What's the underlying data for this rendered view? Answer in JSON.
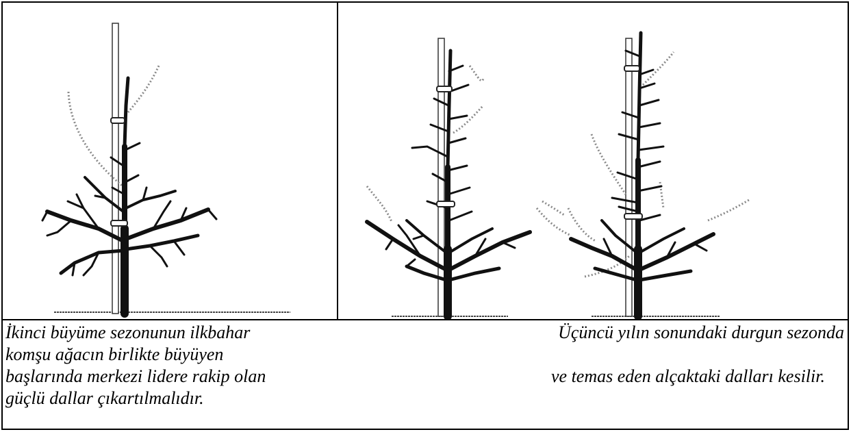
{
  "figures": {
    "left": {
      "icon": "young-tree-second-season-icon",
      "description": "Tree with stake, ties, and dotted lines marking branches to be removed"
    },
    "right": {
      "icon": "two-trees-third-year-icon",
      "description": "Two adjacent staked trees with dotted lines marking touching branches to be cut"
    }
  },
  "captions": {
    "left": [
      "İkinci büyüme sezonunun ilkbahar",
      "komşu ağacın birlikte büyüyen",
      "başlarında merkezi lidere rakip olan",
      "güçlü dallar çıkartılmalıdır."
    ],
    "right": [
      "Üçüncü yılın sonundaki durgun sezonda",
      "ve temas eden alçaktaki dalları kesilir."
    ]
  }
}
